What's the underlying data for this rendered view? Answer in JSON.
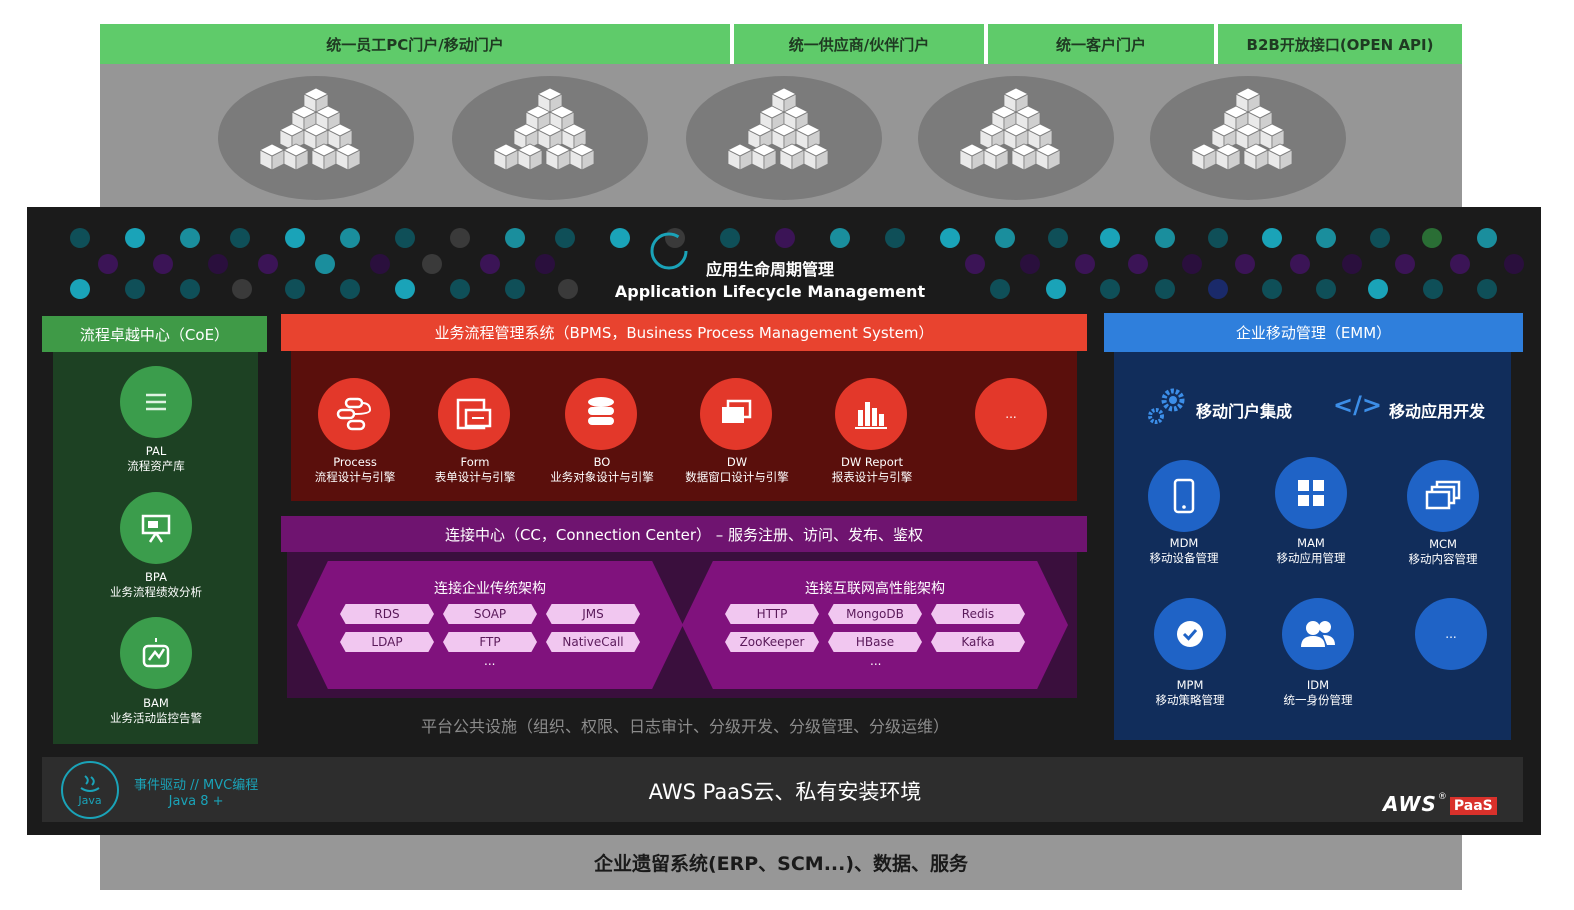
{
  "portals": [
    "统一员工PC门户/移动门户",
    "统一供应商/伙伴门户",
    "统一客户门户",
    "B2B开放接口(OPEN API)"
  ],
  "alm": {
    "title_cn": "应用生命周期管理",
    "title_en": "Application Lifecycle Management"
  },
  "coe": {
    "title": "流程卓越中心（CoE）",
    "items": [
      {
        "code": "PAL",
        "label": "流程资产库",
        "icon": "list-icon"
      },
      {
        "code": "BPA",
        "label": "业务流程绩效分析",
        "icon": "presentation-icon"
      },
      {
        "code": "BAM",
        "label": "业务活动监控告警",
        "icon": "gauge-icon"
      }
    ]
  },
  "bpms": {
    "title": "业务流程管理系统（BPMS，Business Process Management System）",
    "items": [
      {
        "code": "Process",
        "label": "流程设计与引擎",
        "icon": "flow-icon"
      },
      {
        "code": "Form",
        "label": "表单设计与引擎",
        "icon": "form-icon"
      },
      {
        "code": "BO",
        "label": "业务对象设计与引擎",
        "icon": "database-icon"
      },
      {
        "code": "DW",
        "label": "数据窗口设计与引擎",
        "icon": "window-icon"
      },
      {
        "code": "DW Report",
        "label": "报表设计与引擎",
        "icon": "bar-chart-icon"
      },
      {
        "code": "...",
        "label": "",
        "icon": "more-icon"
      }
    ]
  },
  "cc": {
    "title": "连接中心（CC，Connection Center） – 服务注册、访问、发布、鉴权",
    "groups": [
      {
        "title": "连接企业传统架构",
        "items": [
          "RDS",
          "SOAP",
          "JMS",
          "LDAP",
          "FTP",
          "NativeCall"
        ],
        "more": "..."
      },
      {
        "title": "连接互联网高性能架构",
        "items": [
          "HTTP",
          "MongoDB",
          "Redis",
          "ZooKeeper",
          "HBase",
          "Kafka"
        ],
        "more": "..."
      }
    ]
  },
  "platform": "平台公共设施（组织、权限、日志审计、分级开发、分级管理、分级运维）",
  "emm": {
    "title": "企业移动管理（EMM）",
    "portal_label": "移动门户集成",
    "dev_label": "移动应用开发",
    "dev_icon": "</>",
    "items": [
      {
        "code": "MDM",
        "label": "移动设备管理",
        "icon": "phone-icon"
      },
      {
        "code": "MAM",
        "label": "移动应用管理",
        "icon": "grid-icon"
      },
      {
        "code": "MCM",
        "label": "移动内容管理",
        "icon": "stack-icon"
      },
      {
        "code": "MPM",
        "label": "移动策略管理",
        "icon": "check-icon"
      },
      {
        "code": "IDM",
        "label": "统一身份管理",
        "icon": "users-icon"
      },
      {
        "code": "...",
        "label": "",
        "icon": "more-icon"
      }
    ]
  },
  "aws": {
    "java_text": "Java",
    "java_line1": "事件驱动 // MVC编程",
    "java_line2": "Java 8 +",
    "title": "AWS PaaS云、私有安装环境",
    "logo": "AWS",
    "logo_sup": "®",
    "logo_badge": "PaaS"
  },
  "legacy": "企业遗留系统(ERP、SCM...)、数据、服务",
  "colors": {
    "green": "#5fcb6a",
    "red": "#e3382a",
    "purple": "#80127d",
    "blue": "#1f63c6",
    "teal": "#1aa3b8"
  }
}
